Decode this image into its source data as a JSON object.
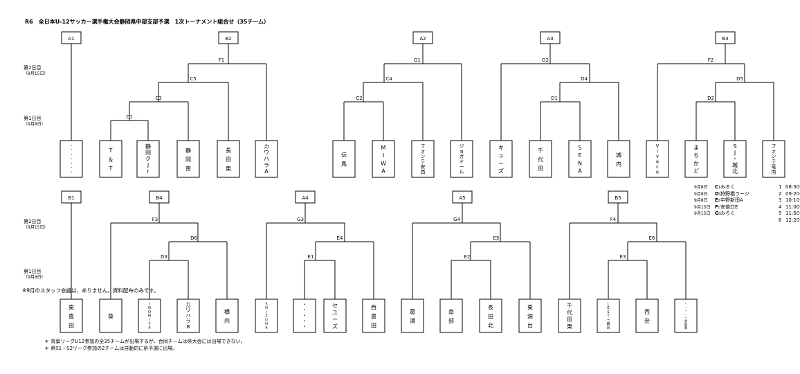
{
  "title": "R6　全日本U-12サッカー選手権大会静岡県中部支部予選　1次トーナメント組合せ（35チーム）",
  "day_labels": {
    "day2": "第2日目",
    "day2_date": "（9月15日）",
    "day1": "第1日目",
    "day1_date": "（9月8日）"
  },
  "top_row": {
    "slots": [
      "A1",
      "B2",
      "A2",
      "A3",
      "B3"
    ],
    "matches": [
      "F1",
      "C5",
      "C3",
      "C1",
      "G1",
      "C4",
      "C2",
      "G2",
      "D4",
      "D1",
      "F2",
      "D5",
      "D2"
    ],
    "teams": [
      {
        "name": "・・・・・・・",
        "color": "#e02020"
      },
      {
        "name": "T＆T",
        "color": "#000000"
      },
      {
        "name": "静岡クJr",
        "color": "#e02020"
      },
      {
        "name": "静岡南",
        "color": "#000000"
      },
      {
        "name": "長田東",
        "color": "#000000"
      },
      {
        "name": "カワハラA",
        "color": "#000000"
      },
      {
        "name": "伝馬",
        "color": "#000000"
      },
      {
        "name": "MIWA",
        "color": "#000000"
      },
      {
        "name": "フォンテ安西",
        "color": "#000000"
      },
      {
        "name": "ジョガドール",
        "color": "#000000"
      },
      {
        "name": "キューズ",
        "color": "#000000"
      },
      {
        "name": "千代田",
        "color": "#000000"
      },
      {
        "name": "SENA",
        "color": "#000000"
      },
      {
        "name": "城内",
        "color": "#000000"
      },
      {
        "name": "Vivace",
        "color": "#000000"
      },
      {
        "name": "まちかど",
        "color": "#000000"
      },
      {
        "name": "SJ・城北",
        "color": "#000000"
      },
      {
        "name": "フォンテ竜南",
        "color": "#000000"
      }
    ]
  },
  "bottom_row": {
    "slots": [
      "B1",
      "B4",
      "A4",
      "A5",
      "B5"
    ],
    "matches": [
      "F3",
      "D6",
      "D3",
      "G3",
      "E4",
      "E1",
      "G4",
      "E5",
      "E2",
      "F4",
      "E6",
      "E3"
    ],
    "teams": [
      {
        "name": "東豊田",
        "color": "#e02020"
      },
      {
        "name": "葵",
        "color": "#000000"
      },
      {
        "name": "INOMIYA",
        "color": "#000000"
      },
      {
        "name": "カワハラB",
        "color": "#000000"
      },
      {
        "name": "横内",
        "color": "#000000"
      },
      {
        "name": "SHIZUHA",
        "color": "#000000"
      },
      {
        "name": "・・・・・",
        "color": "#000000"
      },
      {
        "name": "セユーズ",
        "color": "#000000"
      },
      {
        "name": "西豊田",
        "color": "#000000"
      },
      {
        "name": "葛浦",
        "color": "#000000"
      },
      {
        "name": "南部",
        "color": "#000000"
      },
      {
        "name": "長田北",
        "color": "#000000"
      },
      {
        "name": "東源台",
        "color": "#000000"
      },
      {
        "name": "千代田東",
        "color": "#000000"
      },
      {
        "name": "LEST＋西奈",
        "color": "#000000"
      },
      {
        "name": "西奈",
        "color": "#000000"
      },
      {
        "name": "・・・・・長田南",
        "color": "#000000"
      }
    ]
  },
  "schedule": [
    {
      "date": "9月8日",
      "code": "C:",
      "venue": "みろく",
      "slot": "1",
      "time": "08:30〜"
    },
    {
      "date": "9月8日",
      "code": "D:",
      "venue": "狩野橋ラージ",
      "slot": "2",
      "time": "09:20〜"
    },
    {
      "date": "9月8日",
      "code": "E:",
      "venue": "中野新田A",
      "slot": "3",
      "time": "10:10〜"
    },
    {
      "date": "9月15日",
      "code": "F:",
      "venue": "安倍口E",
      "slot": "4",
      "time": "11:00〜"
    },
    {
      "date": "9月15日",
      "code": "G:",
      "venue": "みろく",
      "slot": "5",
      "time": "11:50〜"
    },
    {
      "date": "",
      "code": "",
      "venue": "",
      "slot": "6",
      "time": "12:20〜"
    }
  ],
  "staff_note": "※9月のスタッフ会議は、ありません。資料配布のみです。",
  "footnotes": [
    "＊ 青葉リーグU12参加の全35チームが出場するが、合同チームは県大会には出場できない。",
    "＊ 県S1・S2リーグ参加の2チームは自動的に県予選に出場。"
  ]
}
